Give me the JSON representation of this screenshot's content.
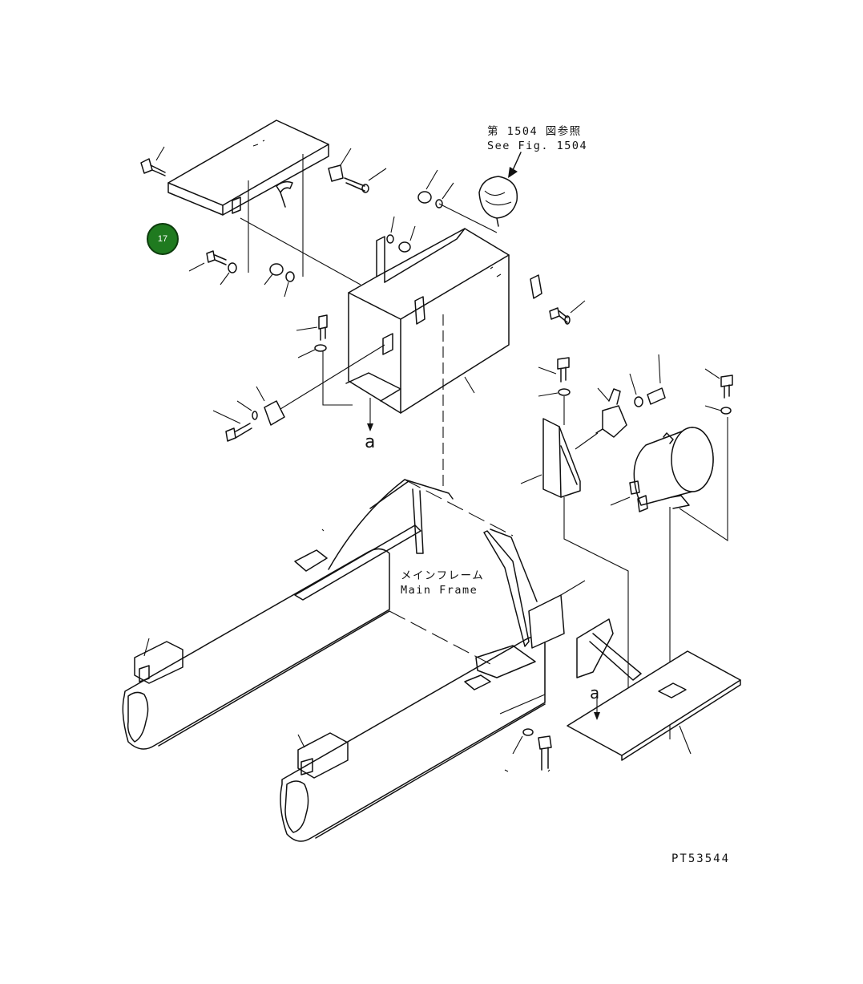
{
  "reference": {
    "ja": "第 1504 図参照",
    "en": "See Fig. 1504"
  },
  "main_frame_label": {
    "ja": "メインフレーム",
    "en": "Main Frame"
  },
  "view_marker": "a",
  "view_marker_2": "a",
  "drawing_number": "PT53544",
  "callout": {
    "number": "17",
    "color": "#1f7a1f"
  }
}
